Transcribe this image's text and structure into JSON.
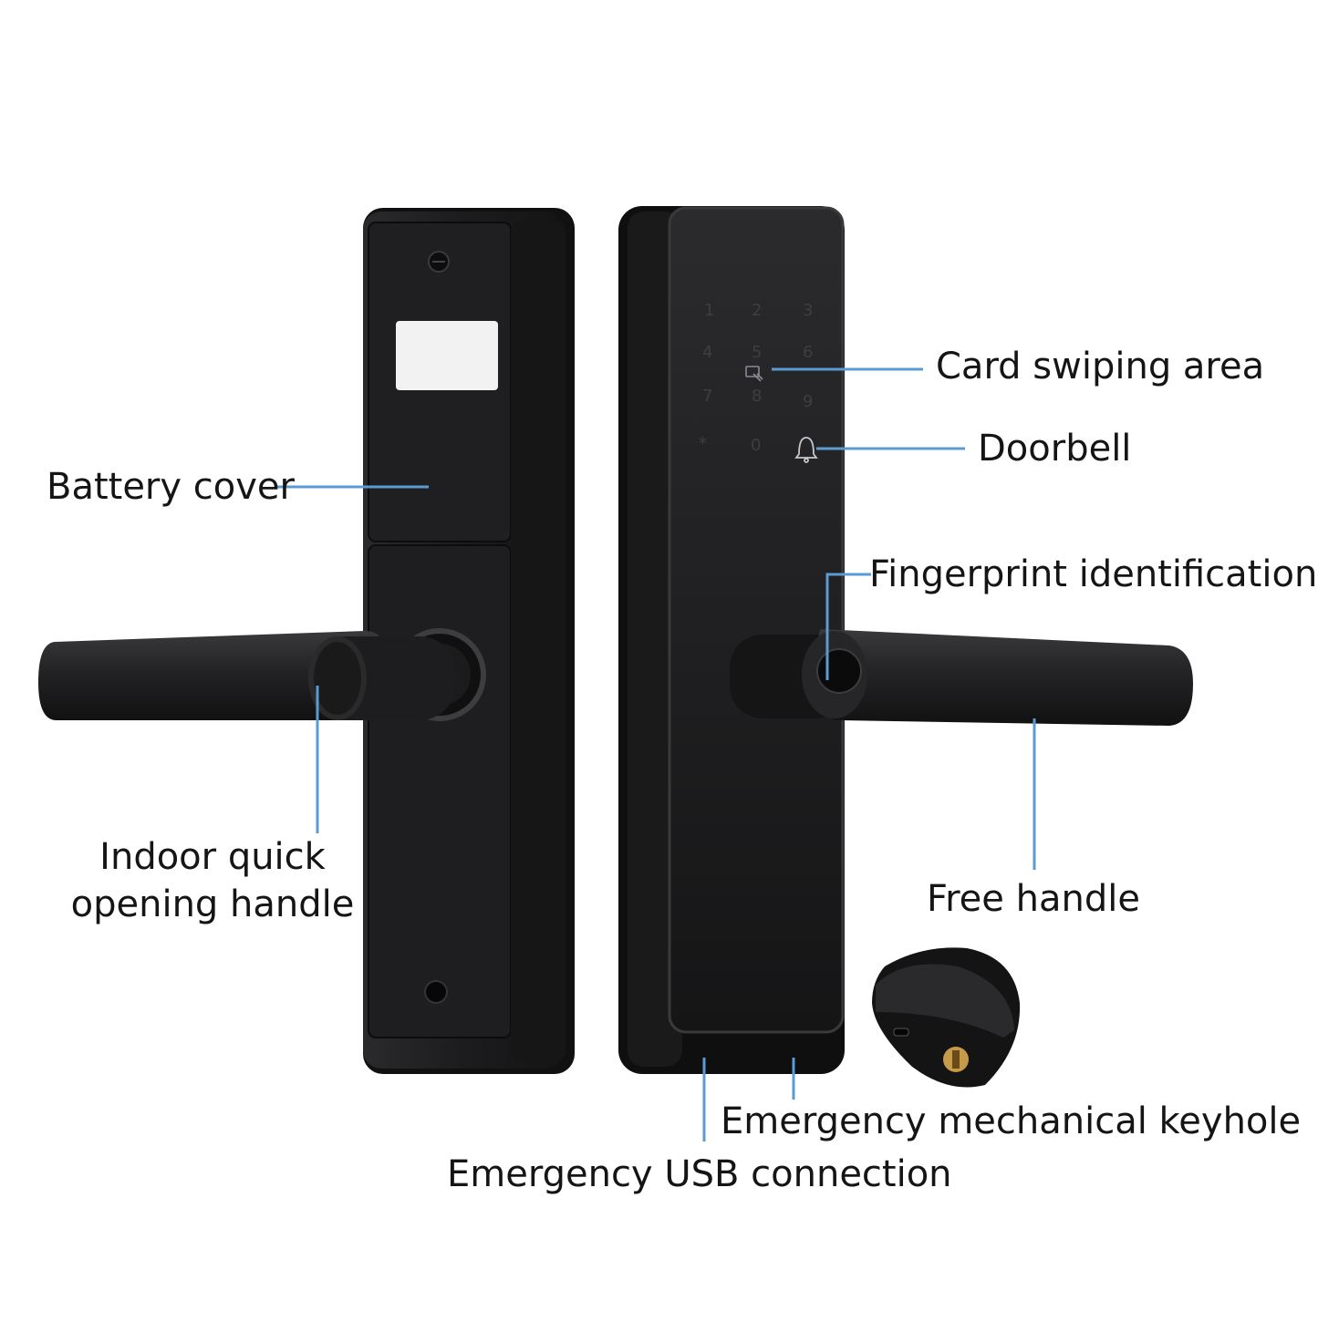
{
  "colors": {
    "background": "#ffffff",
    "lock_body": "#1b1b1d",
    "lock_face": "#232325",
    "leader_line": "#5b9bd5",
    "label_text": "#151515"
  },
  "labels": {
    "battery_cover": "Battery cover",
    "card_swiping_area": "Card swiping area",
    "doorbell": "Doorbell",
    "fingerprint_identification": "Fingerprint identification",
    "indoor_handle_line1": "Indoor quick",
    "indoor_handle_line2": "opening handle",
    "free_handle": "Free handle",
    "emergency_keyhole": "Emergency mechanical keyhole",
    "emergency_usb": "Emergency USB connection"
  },
  "keypad": {
    "keys": [
      "1",
      "2",
      "3",
      "4",
      "5",
      "6",
      "7",
      "8",
      "9",
      "*",
      "0"
    ]
  },
  "icons": {
    "card": "card-icon",
    "bell": "bell-icon",
    "fingerprint": "fingerprint-sensor-icon",
    "keyhole": "keyhole-icon",
    "usb": "usb-port-icon"
  }
}
